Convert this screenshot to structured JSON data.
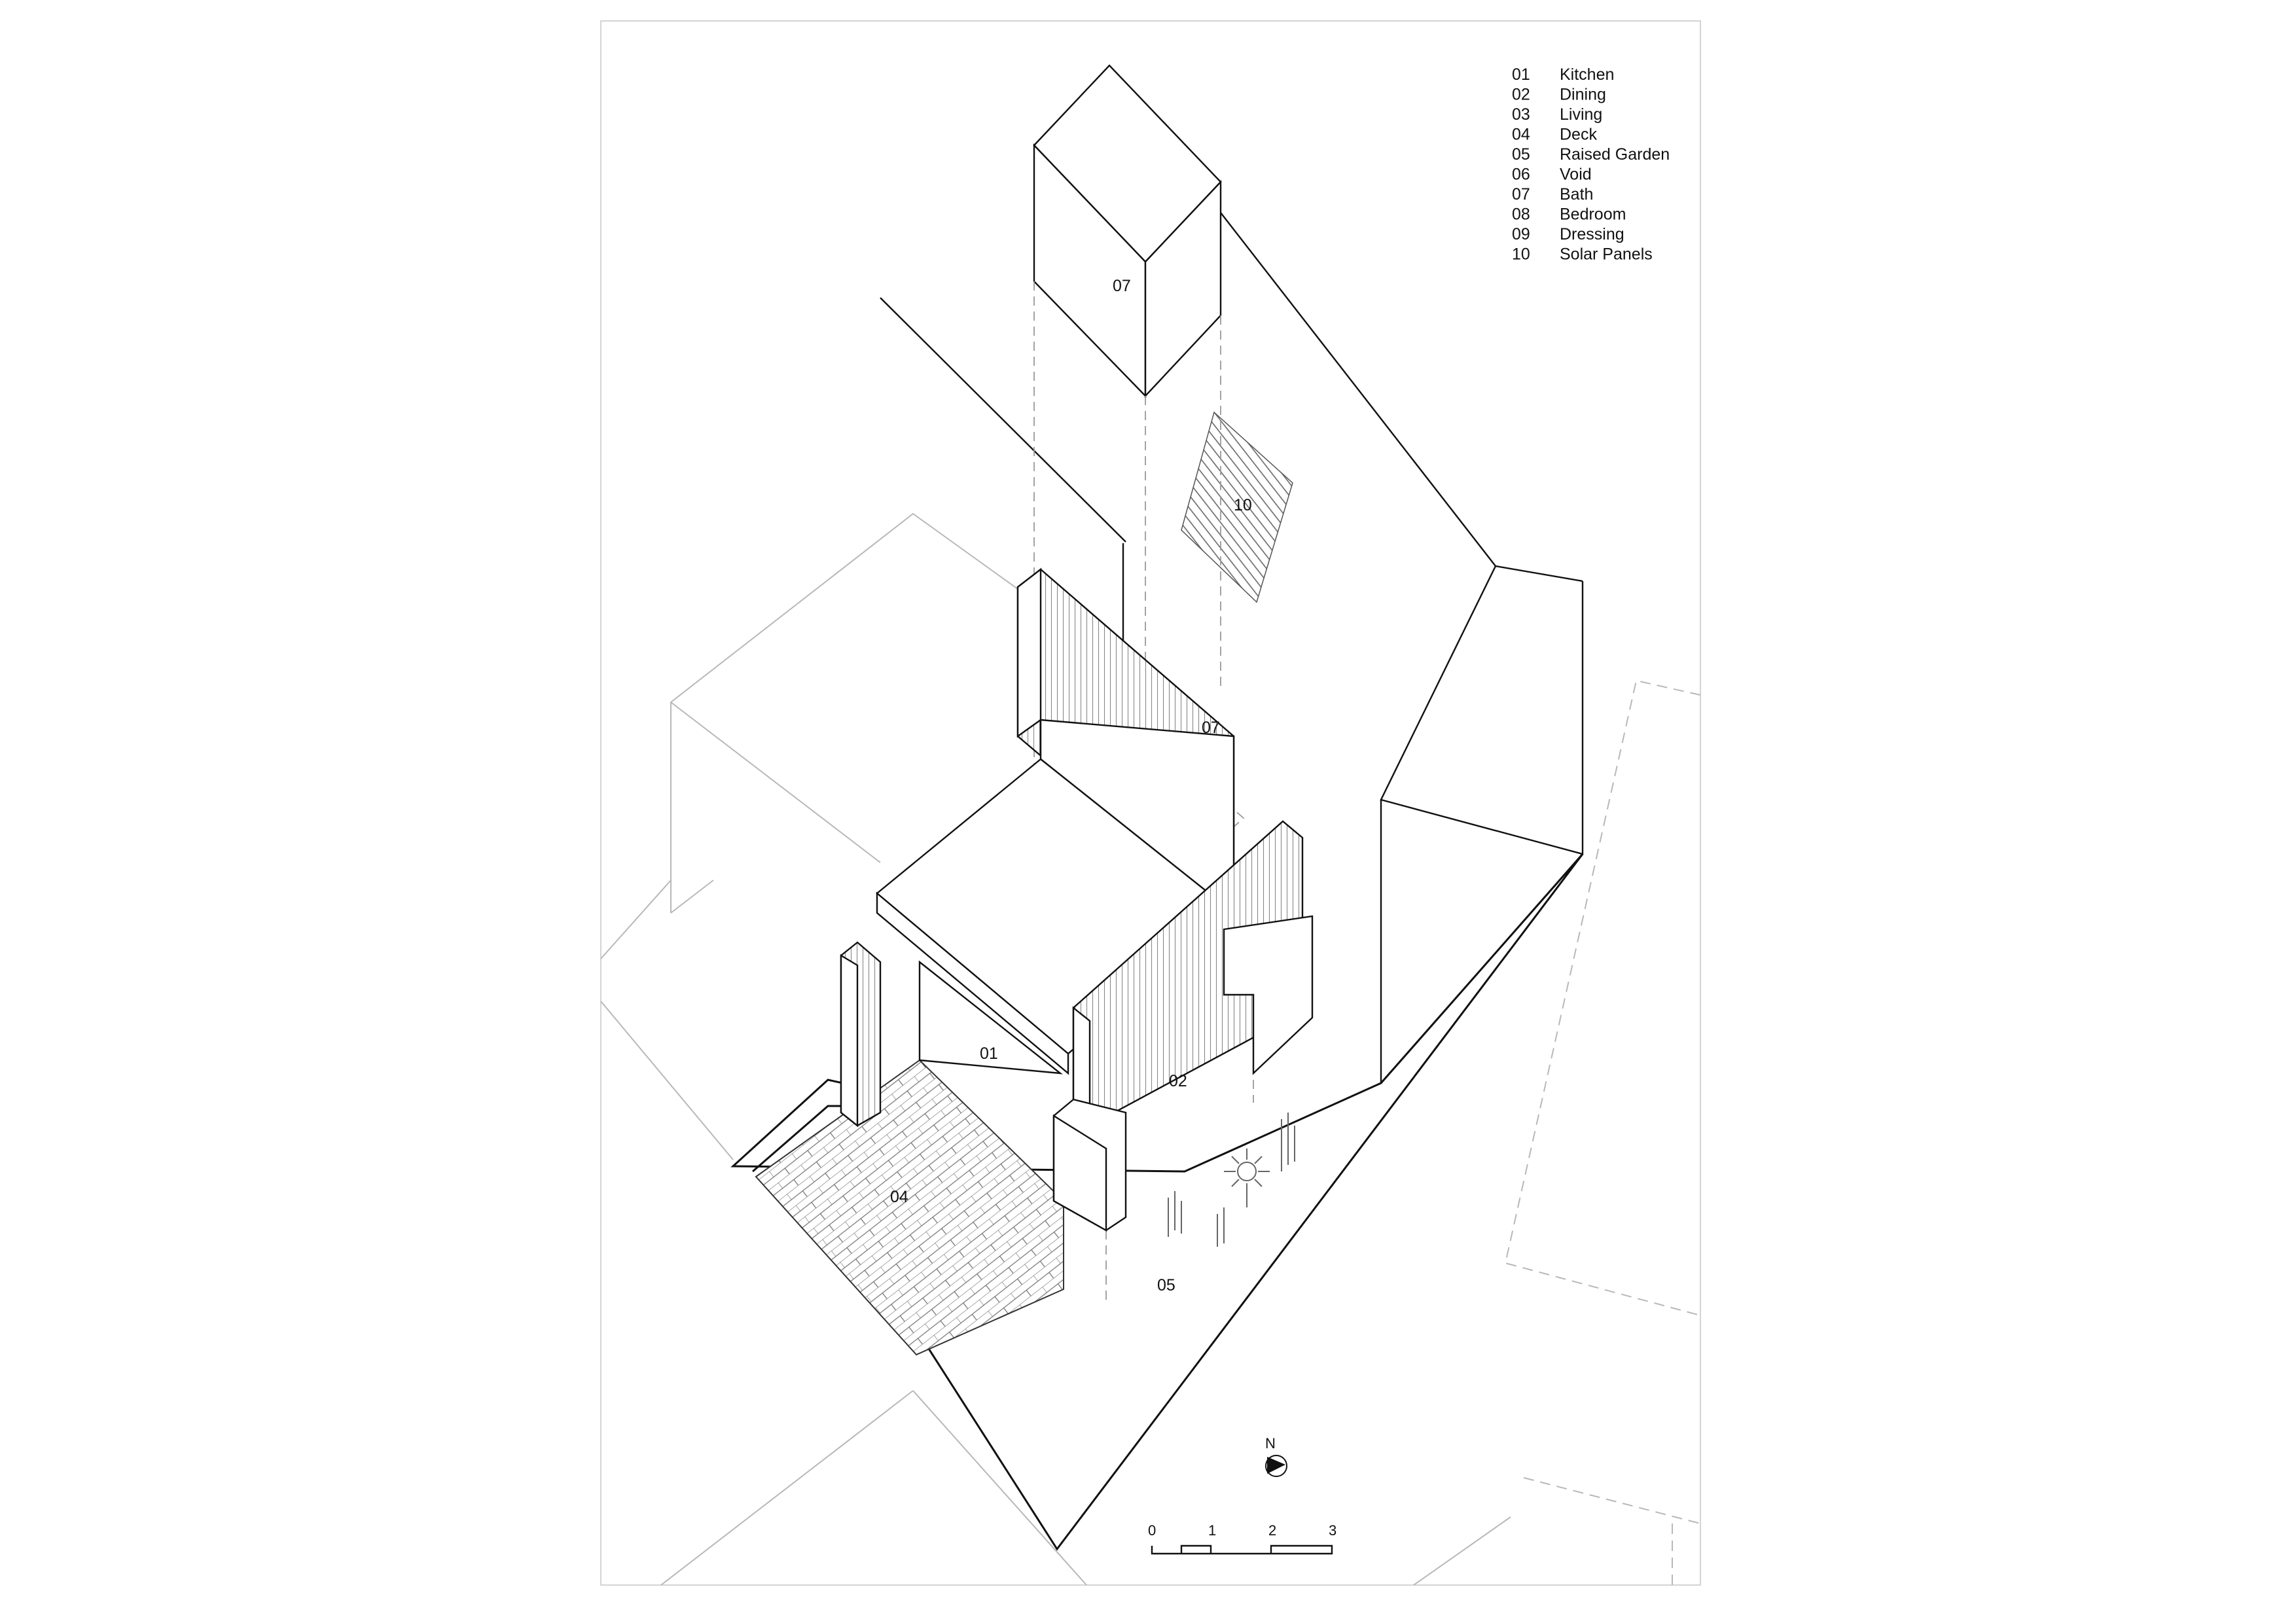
{
  "legend": [
    {
      "num": "01",
      "name": "Kitchen"
    },
    {
      "num": "02",
      "name": "Dining"
    },
    {
      "num": "03",
      "name": "Living"
    },
    {
      "num": "04",
      "name": "Deck"
    },
    {
      "num": "05",
      "name": "Raised Garden"
    },
    {
      "num": "06",
      "name": "Void"
    },
    {
      "num": "07",
      "name": "Bath"
    },
    {
      "num": "08",
      "name": "Bedroom"
    },
    {
      "num": "09",
      "name": "Dressing"
    },
    {
      "num": "10",
      "name": "Solar Panels"
    }
  ],
  "labels": {
    "bath_exploded": "07",
    "solar": "10",
    "bath": "07",
    "kitchen": "01",
    "dining": "02",
    "deck": "04",
    "garden": "05"
  },
  "north": "N",
  "scale": [
    "0",
    "1",
    "2",
    "3"
  ],
  "colors": {
    "line": "#111111",
    "context": "#b5b5b5",
    "frame": "#d4d4d4"
  }
}
